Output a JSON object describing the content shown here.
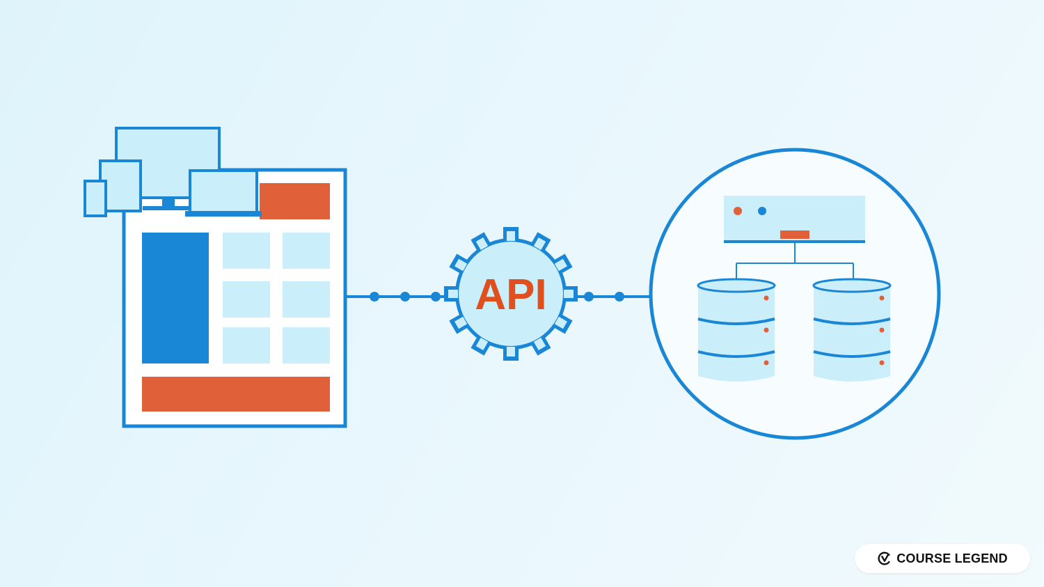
{
  "diagram": {
    "center_label": "API",
    "colors": {
      "primary_blue": "#1a86d6",
      "light_blue": "#cbeefb",
      "accent_orange": "#e0603a",
      "api_text": "#e0501f",
      "background": "#e6f6fc"
    },
    "nodes": [
      {
        "name": "client-application",
        "icon": "app-window-with-devices-icon"
      },
      {
        "name": "api-gateway",
        "icon": "gear-icon"
      },
      {
        "name": "server-and-databases",
        "icon": "server-database-icon"
      }
    ]
  },
  "brand": {
    "name": "COURSE LEGEND",
    "icon": "course-legend-logo-icon"
  }
}
